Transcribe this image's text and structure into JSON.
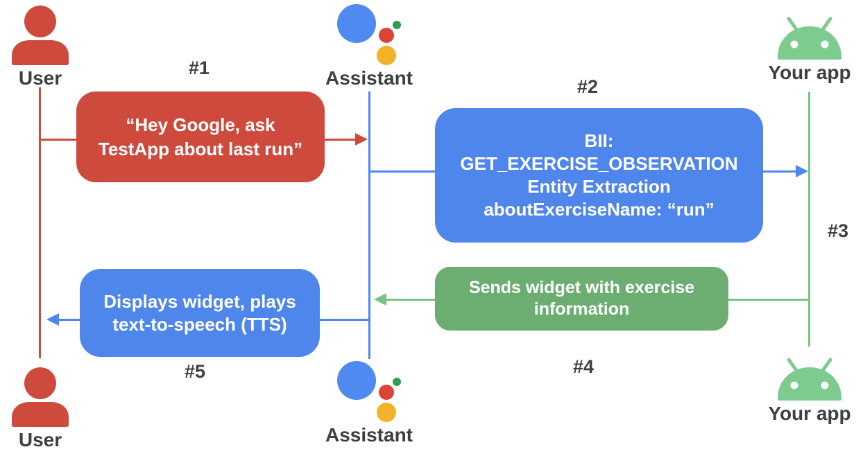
{
  "colors": {
    "red": "#CE4A3D",
    "blue": "#4E86EC",
    "green": "#6CAE72",
    "line_green": "#7BC287",
    "android_green": "#7DCB8F",
    "assistant_blue": "#4E8AF0",
    "assistant_red": "#DB4437",
    "assistant_green": "#2F9E4F",
    "assistant_yellow": "#F2B32A",
    "label_gray": "#3C4043",
    "text_white": "#FFFFFF"
  },
  "actors": {
    "user_top": {
      "label": "User"
    },
    "assistant_top": {
      "label": "Assistant"
    },
    "app_top": {
      "label": "Your app"
    },
    "user_bottom": {
      "label": "User"
    },
    "assistant_bottom": {
      "label": "Assistant"
    },
    "app_bottom": {
      "label": "Your app"
    }
  },
  "steps": {
    "step1": "#1",
    "step2": "#2",
    "step3": "#3",
    "step4": "#4",
    "step5": "#5"
  },
  "messages": {
    "user_query": "“Hey Google, ask\nTestApp about last run”",
    "bii": "BII:\nGET_EXERCISE_OBSERVATION\nEntity Extraction\naboutExerciseName: “run”",
    "widget": "Sends widget with exercise\ninformation",
    "tts": "Displays widget, plays\ntext-to-speech (TTS)"
  }
}
